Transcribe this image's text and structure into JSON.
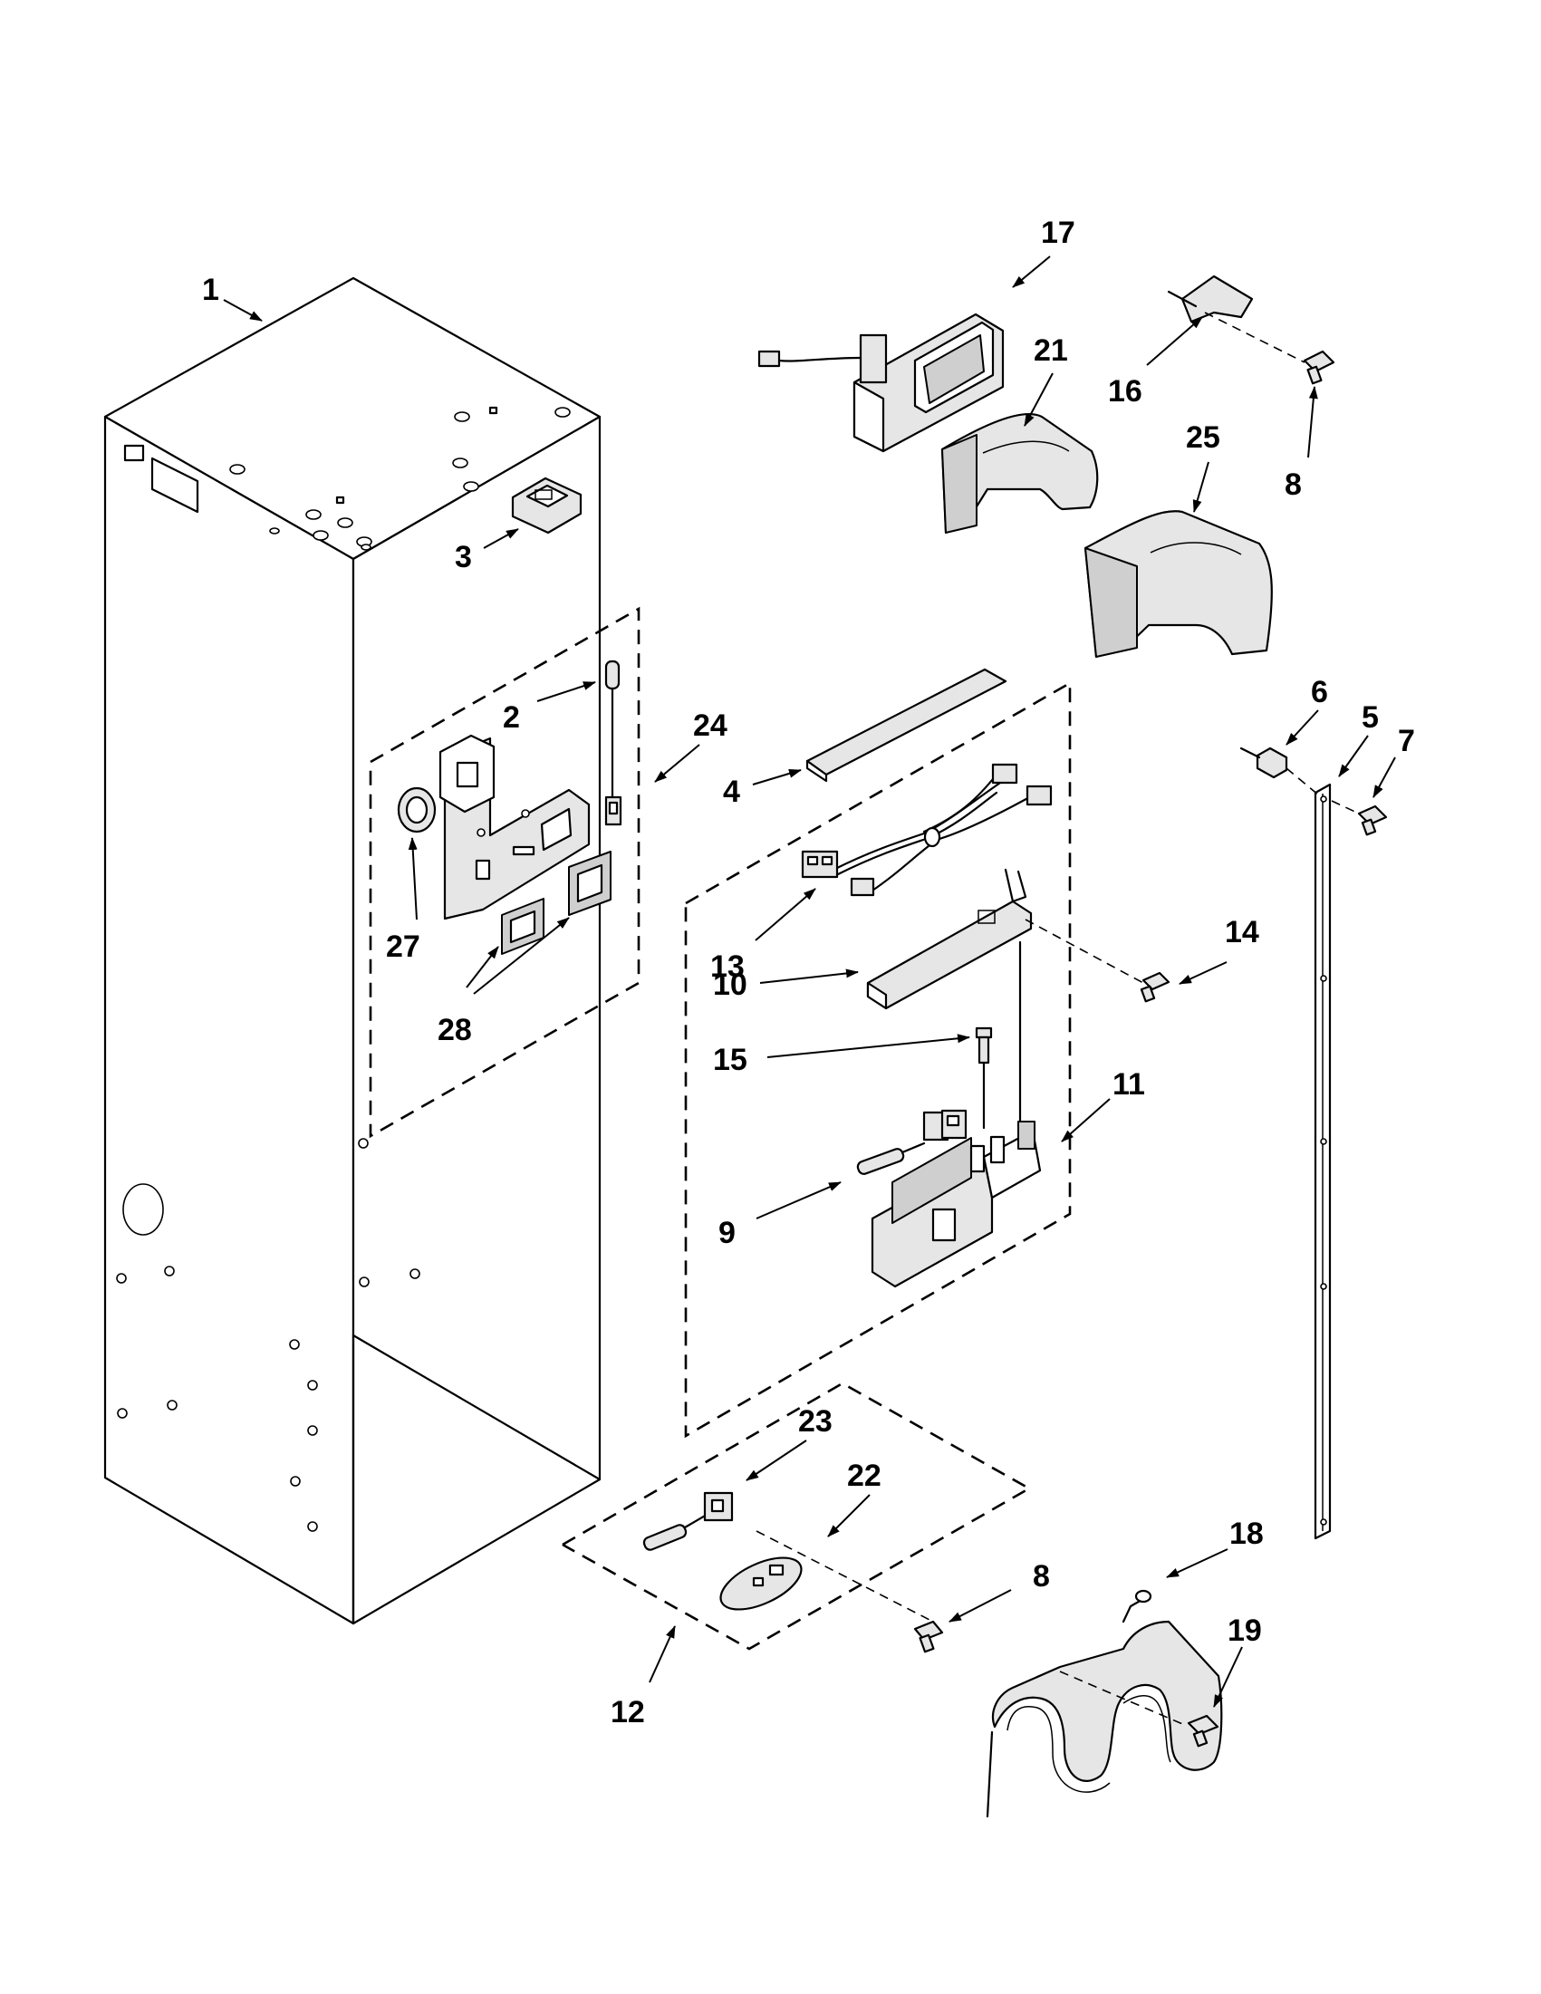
{
  "callouts": [
    "1",
    "2",
    "3",
    "4",
    "5",
    "6",
    "7",
    "8",
    "8",
    "9",
    "10",
    "11",
    "12",
    "13",
    "14",
    "15",
    "16",
    "17",
    "18",
    "19",
    "21",
    "22",
    "23",
    "24",
    "25",
    "27",
    "28"
  ],
  "parts": {
    "cabinet": "1",
    "thermistor": "2",
    "cabinet_fitting": "3",
    "insulation_strip": "4",
    "side_rail": "5",
    "rail_clip": "6",
    "rail_screw": "7",
    "screw_top": "8",
    "screw_bottom": "8",
    "sensor_probe": "9",
    "housing_cover": "10",
    "housing_base": "11",
    "sensor_kit": "12",
    "wire_harness": "13",
    "housing_screw": "14",
    "housing_fastener": "15",
    "top_bracket": "16",
    "fan_module": "17",
    "heater_coil": "18",
    "heater_screw": "19",
    "duct_front": "21",
    "control_board": "22",
    "kit_probe": "23",
    "control_kit": "24",
    "duct_rear": "25",
    "grommet": "27",
    "gaskets": "28"
  }
}
